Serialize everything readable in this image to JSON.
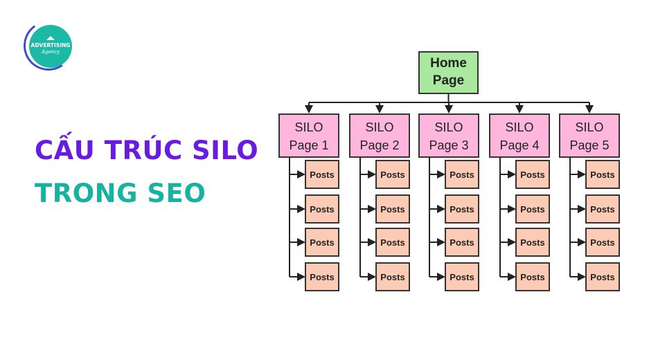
{
  "logo": {
    "text": "ADVERTISING",
    "subtext": "Agency"
  },
  "title": {
    "line1": "CẤU TRÚC SILO",
    "line2": "TRONG SEO"
  },
  "diagram": {
    "root": "Home Page",
    "silos": [
      {
        "line1": "SILO",
        "line2": "Page 1",
        "posts": [
          "Posts",
          "Posts",
          "Posts",
          "Posts"
        ]
      },
      {
        "line1": "SILO",
        "line2": "Page 2",
        "posts": [
          "Posts",
          "Posts",
          "Posts",
          "Posts"
        ]
      },
      {
        "line1": "SILO",
        "line2": "Page 3",
        "posts": [
          "Posts",
          "Posts",
          "Posts",
          "Posts"
        ]
      },
      {
        "line1": "SILO",
        "line2": "Page 4",
        "posts": [
          "Posts",
          "Posts",
          "Posts",
          "Posts"
        ]
      },
      {
        "line1": "SILO",
        "line2": "Page 5",
        "posts": [
          "Posts",
          "Posts",
          "Posts",
          "Posts"
        ]
      }
    ],
    "colors": {
      "home": "#a9e89e",
      "silo": "#ffb6dc",
      "post": "#fccbb6"
    }
  }
}
